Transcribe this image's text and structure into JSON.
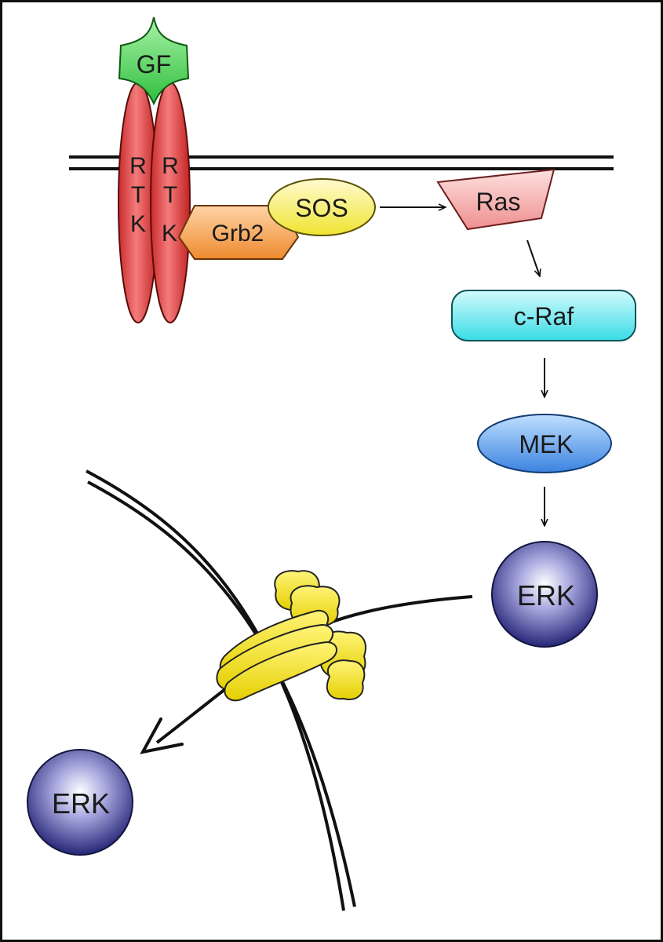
{
  "labels": {
    "gf": "GF",
    "rtk_left": [
      "R",
      "T",
      "K"
    ],
    "rtk_right": [
      "R",
      "T",
      "K"
    ],
    "grb2": "Grb2",
    "sos": "SOS",
    "ras": "Ras",
    "craf": "c-Raf",
    "mek": "MEK",
    "erk_cytoplasm": "ERK",
    "erk_nucleus": "ERK"
  },
  "colors": {
    "gf": "#4fd25a",
    "rtk": "#e24848",
    "grb2": "#f39a45",
    "sos": "#f6f05a",
    "ras": "#f4a3a3",
    "craf": "#62e8ef",
    "mek": "#4f98ea",
    "erk": "#3c3c9a",
    "nuclear_pore": "#f4e321"
  }
}
